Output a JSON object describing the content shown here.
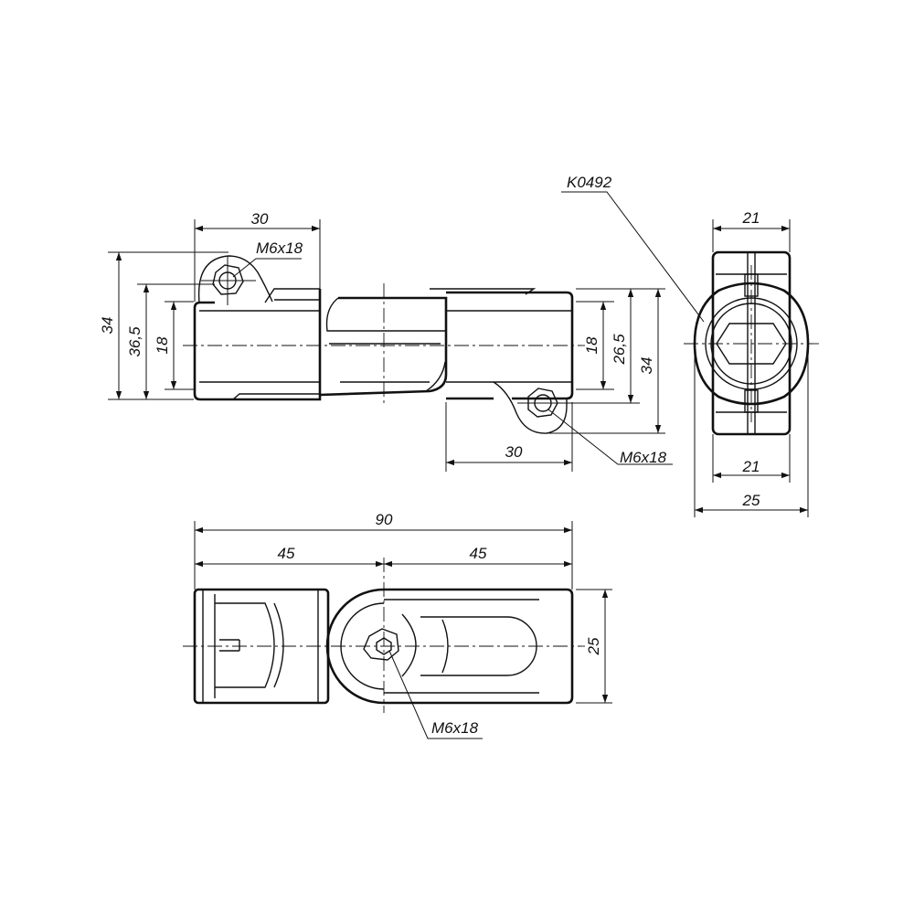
{
  "part_code": "K0492",
  "side_view": {
    "dim_left_width": "30",
    "dim_right_width": "30",
    "dim_height_outer_left": "34",
    "dim_height_mid_left": "36,5",
    "dim_height_inner_left": "18",
    "dim_height_inner_right": "18",
    "dim_height_mid_right": "26,5",
    "dim_height_outer_right": "34",
    "screw_left": "M6x18",
    "screw_right": "M6x18"
  },
  "end_view": {
    "dim_top": "21",
    "dim_bottom_inner": "21",
    "dim_bottom_outer": "25"
  },
  "top_view": {
    "dim_total": "90",
    "dim_left_half": "45",
    "dim_right_half": "45",
    "dim_height": "25",
    "screw": "M6x18"
  }
}
